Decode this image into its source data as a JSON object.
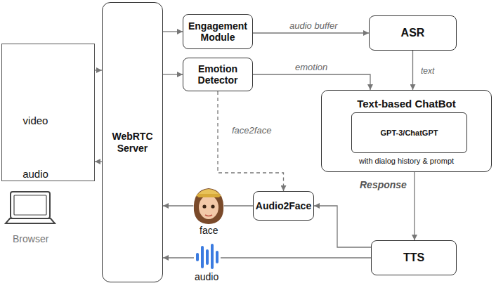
{
  "diagram": {
    "nodes": [
      {
        "text": [
          "video",
          "audio"
        ]
      },
      {
        "text": [
          "WebRTC Server"
        ]
      },
      {
        "text": [
          "Engagement Module"
        ]
      },
      {
        "text": [
          "Emotion Detector"
        ]
      },
      {
        "text": [
          "ASR"
        ]
      },
      {
        "text": [
          "Text-based ChatBot",
          "with dialog history & prompt"
        ]
      },
      {
        "text": [
          "GPT-3/ChatGPT"
        ],
        "in": 5
      },
      {
        "text": [
          "Audio2Face"
        ]
      },
      {
        "text": [
          "TTS"
        ]
      }
    ],
    "edges": [
      {
        "from": 0,
        "to": 1,
        "arrow": "to"
      },
      {
        "from": 1,
        "to": 0,
        "arrow": "to"
      },
      {
        "from": 1,
        "to": 2,
        "arrow": "to"
      },
      {
        "from": 1,
        "to": 3,
        "arrow": "to"
      },
      {
        "from": 2,
        "to": 4,
        "label": "audio buffer",
        "arrow": "to"
      },
      {
        "from": 4,
        "to": 5,
        "label": "text",
        "arrow": "to"
      },
      {
        "from": 3,
        "to": 5,
        "label": "emotion",
        "arrow": "to"
      },
      {
        "from": 3,
        "to": 7,
        "label": "face2face",
        "arrow": "to"
      },
      {
        "from": 5,
        "to": 8,
        "label": "Response",
        "arrow": "to"
      },
      {
        "from": 8,
        "to": 7,
        "arrow": "to"
      },
      {
        "from": 7,
        "to": 1,
        "arrow": "to"
      },
      {
        "from": 8,
        "to": 1,
        "arrow": "to"
      }
    ],
    "labels": [
      "Browser",
      "face",
      "audio"
    ]
  }
}
